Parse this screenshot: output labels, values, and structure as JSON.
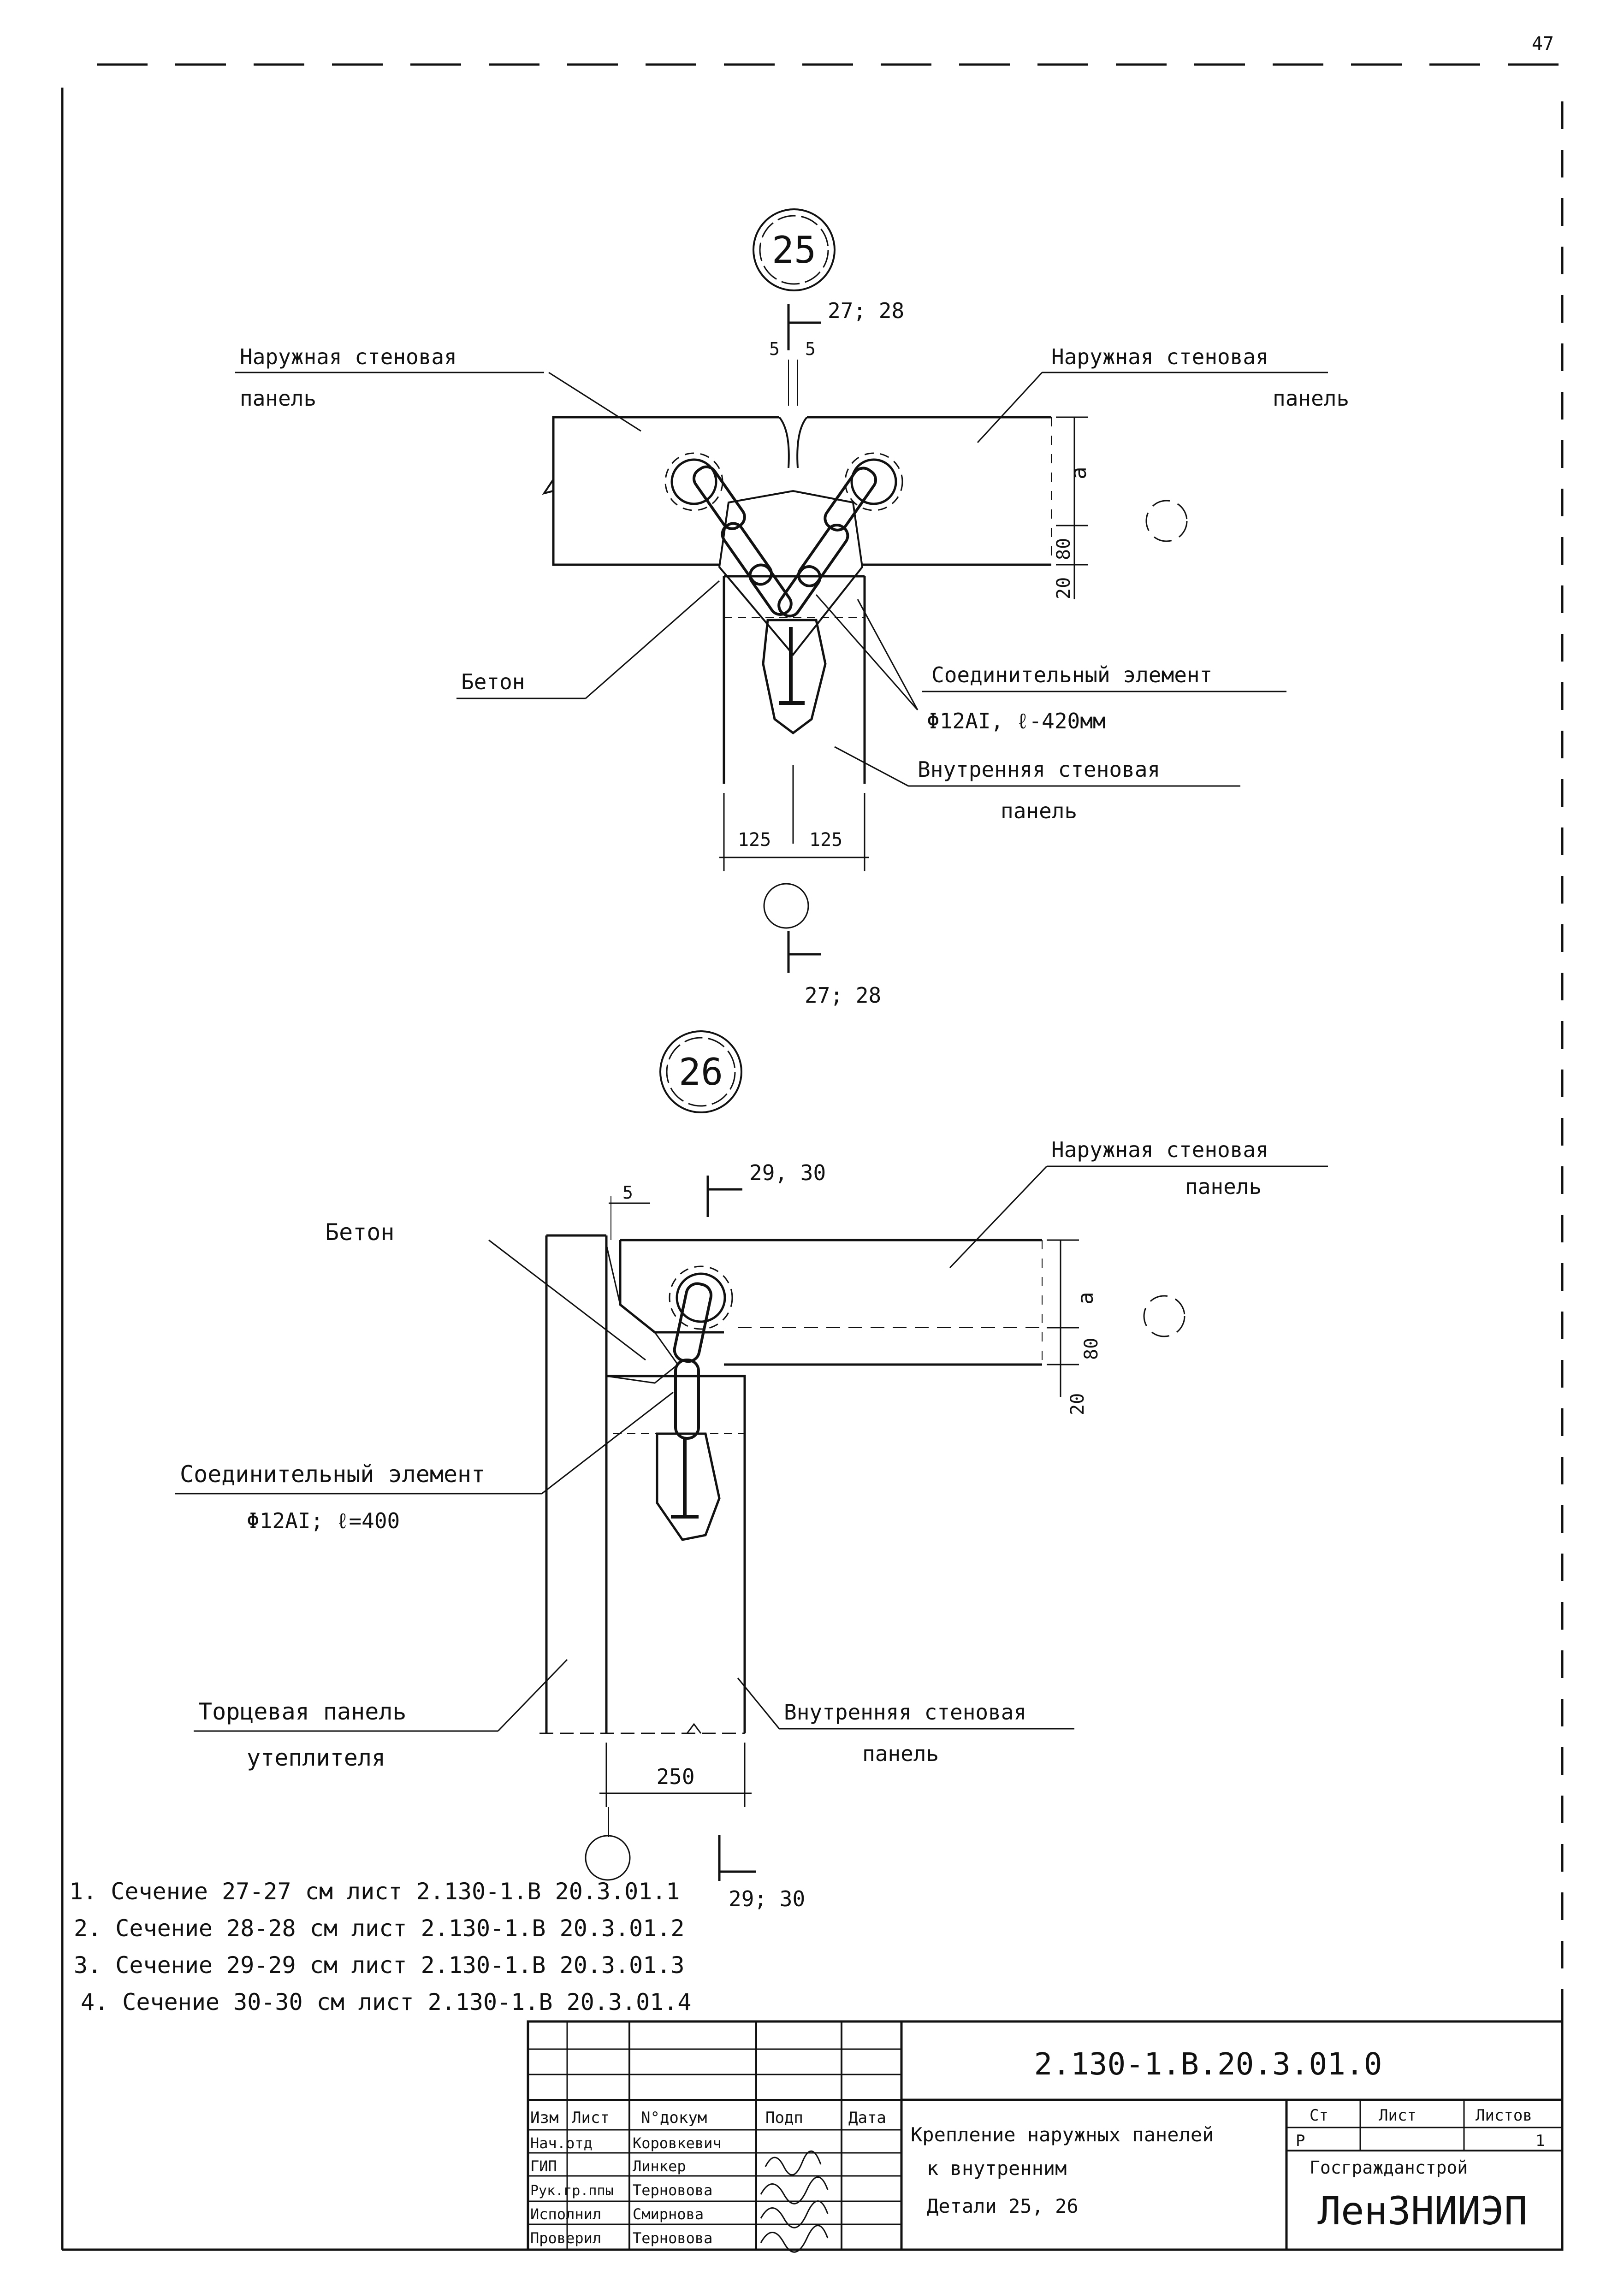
{
  "sheet": {
    "page_number": "47",
    "detail_25": {
      "number": "25",
      "section_top": "27; 28",
      "section_bottom": "27; 28",
      "dim_gap_left": "5",
      "dim_gap_right": "5",
      "label_outer_left_1": "Наружная стеновая",
      "label_outer_left_2": "панель",
      "label_outer_right_1": "Наружная стеновая",
      "label_outer_right_2": "панель",
      "label_concrete": "Бетон",
      "label_connector_1": "Соединительный элемент",
      "label_connector_2": "Φ12AI, ℓ-420мм",
      "label_inner_1": "Внутренняя стеновая",
      "label_inner_2": "панель",
      "dim_a": "a",
      "dim_80": "80",
      "dim_20": "20",
      "dim_125_left": "125",
      "dim_125_right": "125"
    },
    "detail_26": {
      "number": "26",
      "section_top": "29, 30",
      "section_bottom": "29; 30",
      "dim_gap": "5",
      "label_concrete": "Бетон",
      "label_outer_1": "Наружная стеновая",
      "label_outer_2": "панель",
      "label_connector_1": "Соединительный элемент",
      "label_connector_2": "Φ12AI; ℓ=400",
      "label_end_panel_1": "Торцевая панель",
      "label_end_panel_2": "утеплителя",
      "label_inner_1": "Внутренняя стеновая",
      "label_inner_2": "панель",
      "dim_a": "a",
      "dim_80": "80",
      "dim_20": "20",
      "dim_250": "250"
    },
    "notes": [
      "1. Сечение 27-27 см лист 2.130-1.В 20.3.01.1",
      "2. Сечение 28-28 см лист 2.130-1.В 20.3.01.2",
      "3. Сечение 29-29 см лист 2.130-1.В 20.3.01.3",
      "4. Сечение 30-30 см лист 2.130-1.В 20.3.01.4"
    ],
    "title_block": {
      "doc_code": "2.130-1.В.20.3.01.0",
      "hdr_izm": "Изм",
      "hdr_list": "Лист",
      "hdr_doc": "N°докум",
      "hdr_podp": "Подп",
      "hdr_date": "Дата",
      "roles": [
        "Нач.отд",
        "ГИП",
        "Рук.гр.ппы",
        "Исполнил",
        "Проверил"
      ],
      "names": [
        "Коровкевич",
        "Линкер",
        "Терновова",
        "Смирнова",
        "Терновова"
      ],
      "title_line_1": "Крепление наружных панелей",
      "title_line_2": "к внутренним",
      "title_line_3": "Детали 25, 26",
      "stage_header": "Ст",
      "sheet_header": "Лист",
      "sheets_header": "Листов",
      "stage_value": "Р",
      "sheets_value": "1",
      "org_line_1": "Госгражданстрой",
      "org_line_2": "ЛенЗНИИЭП"
    }
  }
}
